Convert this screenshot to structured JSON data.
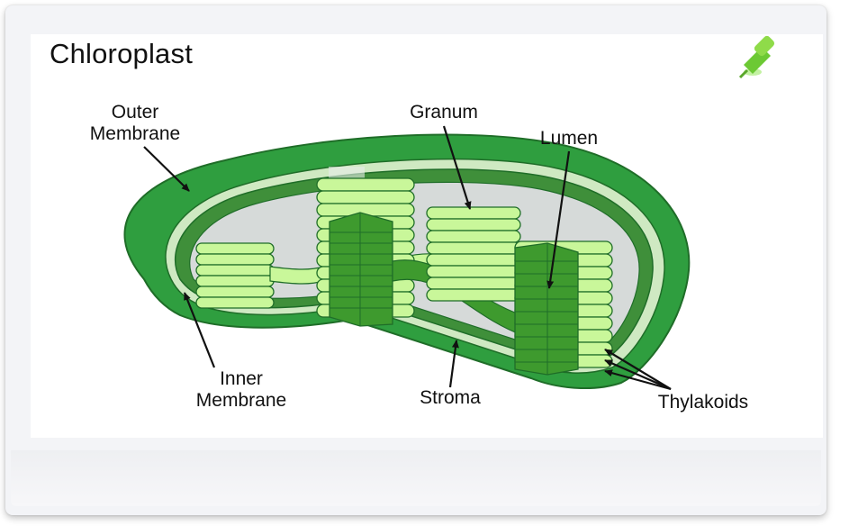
{
  "title": "Chloroplast",
  "labels": {
    "outer_membrane": [
      "Outer",
      "Membrane"
    ],
    "granum": "Granum",
    "lumen": "Lumen",
    "inner_membrane": [
      "Inner",
      "Membrane"
    ],
    "stroma": "Stroma",
    "thylakoids": "Thylakoids"
  },
  "colors": {
    "outer_membrane": "#2f9e3f",
    "inner_membrane": "#3f8f3a",
    "stroma": "#d6dad9",
    "thylakoid_light": "#c9f79a",
    "thylakoid_dark": "#3e9a2e",
    "pin": "#7ed23a"
  },
  "icons": {
    "pin": "pushpin-icon"
  }
}
